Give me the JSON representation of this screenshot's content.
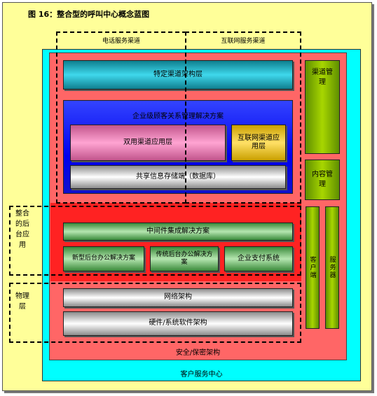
{
  "title": "图 16：整合型的呼叫中心概念蓝图",
  "channels": {
    "phone": "电话服务渠道",
    "internet": "互联网服务渠道"
  },
  "layers": {
    "specific_channel": "特定渠道架构层",
    "crm_solution": "企业级顾客关系管理解决方案",
    "dual_channel_app": "双用渠道应用层",
    "internet_channel_app": "互联网渠道应用层",
    "shared_storage": "共享信息存储端（数据库）",
    "middleware": "中间件集成解决方案",
    "new_backoffice": "新型后台办公解决方案",
    "legacy_backoffice": "传统后台办公解决方案",
    "payment": "企业支付系统",
    "network": "网络架构",
    "hardware": "硬件/系统软件架构",
    "security": "安全/保密架构",
    "customer_service_center": "客户服务中心"
  },
  "right_panel": {
    "channel_mgmt": "渠道管理",
    "content_mgmt": "内容管理",
    "client": "客户端",
    "server": "服务器"
  },
  "side_labels": {
    "integrated_backend": "整合的后台应用",
    "physical_layer": "物理层"
  }
}
